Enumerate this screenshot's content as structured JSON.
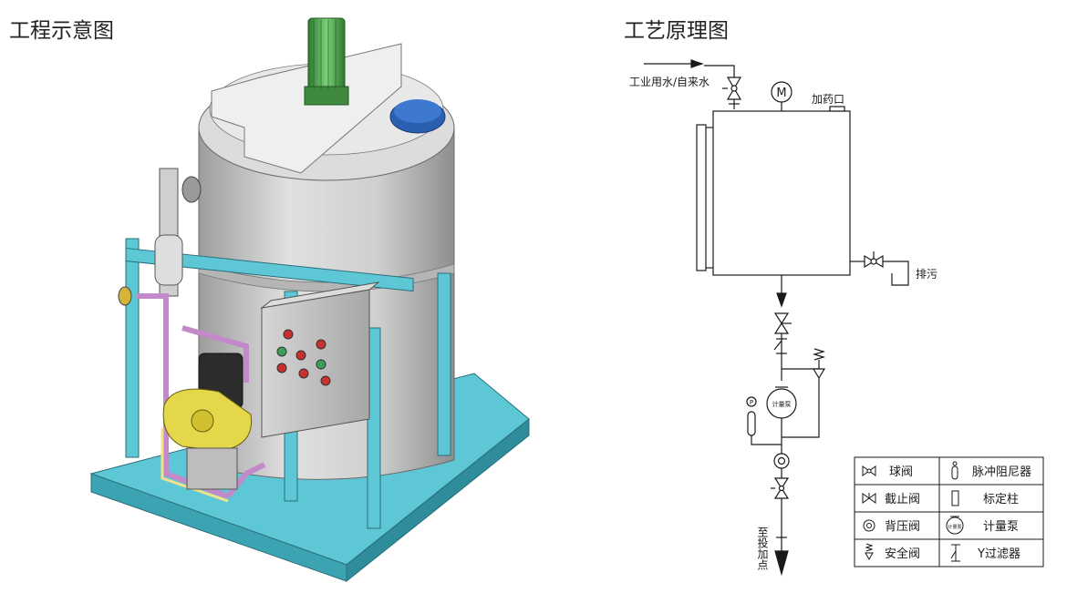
{
  "titles": {
    "left": "工程示意图",
    "right": "工艺原理图"
  },
  "labels": {
    "water_inlet": "工业用水/自来水",
    "motor": "M",
    "dosing_port": "加药口",
    "drain": "排污",
    "pressure_gauge": "P",
    "metering_pump": "计量泵",
    "outlet": "至投加点"
  },
  "legend": [
    {
      "icon": "ball-valve-icon",
      "label": "球阀"
    },
    {
      "icon": "pulse-damper-icon",
      "label": "脉冲阻尼器"
    },
    {
      "icon": "stop-valve-icon",
      "label": "截止阀"
    },
    {
      "icon": "calibration-column-icon",
      "label": "标定柱"
    },
    {
      "icon": "back-pressure-valve-icon",
      "label": "背压阀"
    },
    {
      "icon": "metering-pump-icon",
      "label": "计量泵"
    },
    {
      "icon": "safety-valve-icon",
      "label": "安全阀"
    },
    {
      "icon": "y-filter-icon",
      "label": "Y过滤器"
    }
  ],
  "colors": {
    "base_frame": "#5ec7d6",
    "tank": "#c9c9c9",
    "motor": "#4a9a4a",
    "lid_cap": "#2b5fb0",
    "pump_body": "#e4d84a",
    "pipe": "#c28ac8",
    "control_box": "#bdbdbd"
  }
}
